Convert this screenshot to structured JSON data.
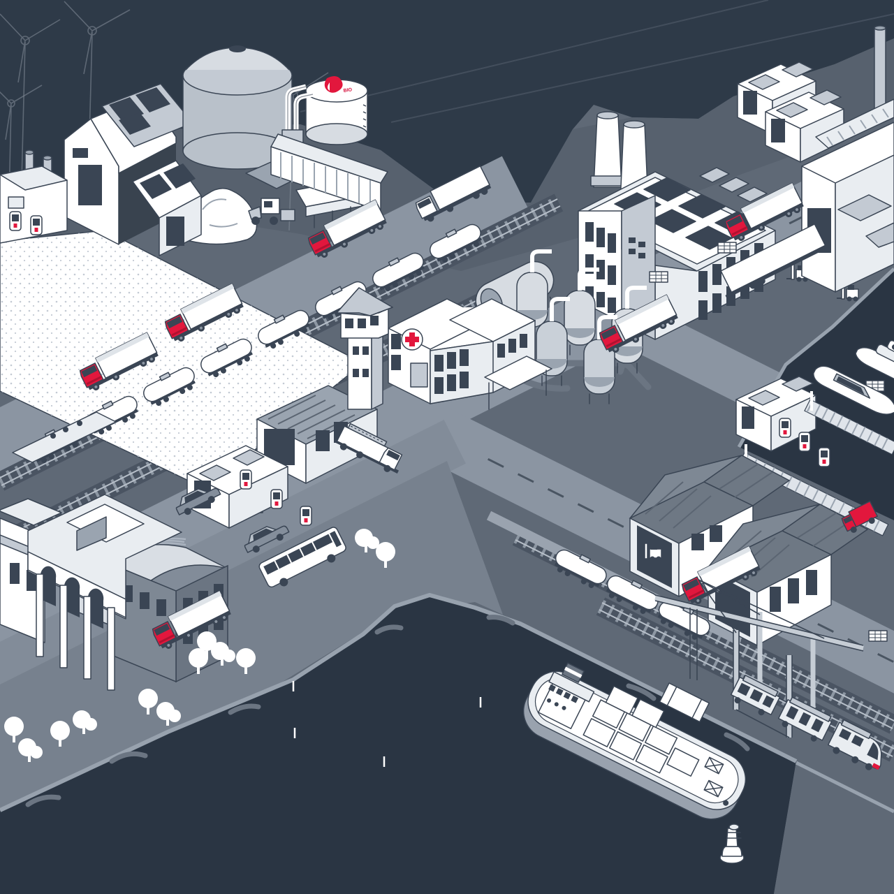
{
  "scene": {
    "description": "Isometric night illustration of an industrial harbour city with energy, rail, road and shipping infrastructure",
    "palette": {
      "background": "#2E3A48",
      "water": "#2A3543",
      "land": "#5F6976",
      "land_back": "#57616E",
      "road": "#8B95A2",
      "waterfront": "#77818E",
      "track": "#4A5462",
      "building_white": "#FFFFFF",
      "building_light": "#E9EDF1",
      "building_mid": "#C3CAD3",
      "building_shade": "#9AA4B0",
      "outline": "#3A4554",
      "accent_red": "#E2173D"
    },
    "landmarks": [
      {
        "id": "wind-turbines",
        "label": "Wind turbines"
      },
      {
        "id": "solar-barn",
        "label": "Barn with solar roof"
      },
      {
        "id": "biogas-tanks",
        "label": "Biogas storage tanks"
      },
      {
        "id": "grain-field",
        "label": "White crop field"
      },
      {
        "id": "material-pile",
        "label": "Raw material pile with loader"
      },
      {
        "id": "power-plant",
        "label": "Power plant with chimneys and solar roof"
      },
      {
        "id": "chemical-plant",
        "label": "Processing tank farm"
      },
      {
        "id": "hospital",
        "label": "Hospital with red cross"
      },
      {
        "id": "watch-tower",
        "label": "Watch tower"
      },
      {
        "id": "fire-station",
        "label": "Fire station with ladder truck"
      },
      {
        "id": "logistics-factory",
        "label": "Logistics factory with loading docks"
      },
      {
        "id": "warehouses",
        "label": "Warehouses with red truck"
      },
      {
        "id": "ev-charging",
        "label": "EV charging plaza"
      },
      {
        "id": "fuel-station",
        "label": "Marina fuel station"
      },
      {
        "id": "marina",
        "label": "Marina piers with boats"
      },
      {
        "id": "museum",
        "label": "Classical station building"
      },
      {
        "id": "container-ship",
        "label": "Container ship"
      },
      {
        "id": "harbour-crane",
        "label": "Container gantry crane"
      },
      {
        "id": "tanker-train",
        "label": "Rail tanker train"
      },
      {
        "id": "quay-train",
        "label": "Quay tanker train"
      },
      {
        "id": "locomotive",
        "label": "Diesel locomotive train"
      },
      {
        "id": "city-bus",
        "label": "City bus"
      },
      {
        "id": "red-truck",
        "label": "Red cab truck"
      },
      {
        "id": "buoy",
        "label": "Harbour buoy"
      }
    ]
  },
  "logo": {
    "text": "BIO"
  }
}
